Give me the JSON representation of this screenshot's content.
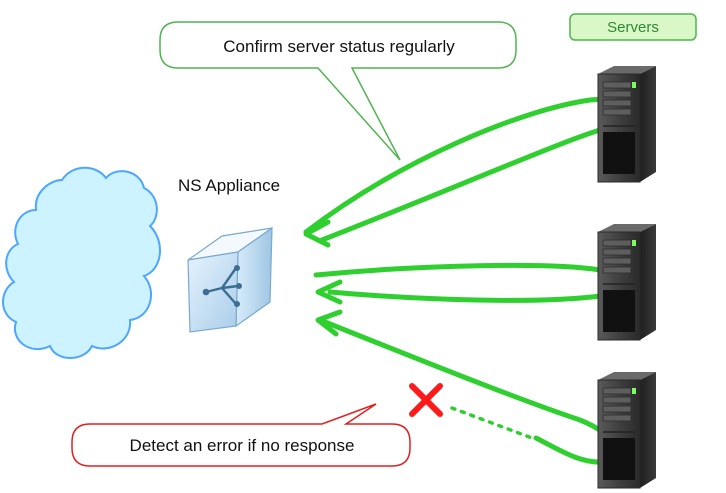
{
  "diagram": {
    "servers_label": "Servers",
    "appliance_label": "NS Appliance",
    "callout_top": "Confirm server status regularly",
    "callout_bottom": "Detect an error if no response",
    "colors": {
      "arrow_green": "#2fcf2f",
      "servers_badge_fill": "#d9f7c7",
      "servers_badge_stroke": "#51b451",
      "callout_top_stroke": "#51b451",
      "callout_bottom_stroke": "#e02020",
      "cloud_fill": "#ccf3ff",
      "cloud_stroke": "#4da6ff",
      "error_mark": "#ff1a1a",
      "server_body": "#4d4d4d"
    },
    "icons": {
      "cloud": "network-cloud-icon",
      "appliance": "ns-appliance-icon",
      "server": "server-tower-icon",
      "error": "error-x-icon"
    }
  }
}
